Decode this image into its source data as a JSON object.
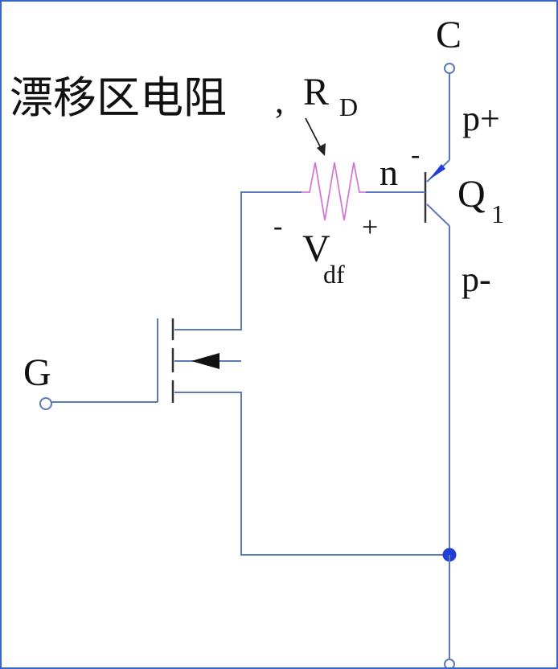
{
  "labels": {
    "collector": "C",
    "p_plus": "p+",
    "drift_resistor_title": "漂移区电阻",
    "comma": ",",
    "rd_main": "R",
    "rd_sub": "D",
    "n_minus_main": "n",
    "n_minus_sup": "-",
    "q1_main": "Q",
    "q1_sub": "1",
    "v_minus": "-",
    "v_plus": "+",
    "vdf_main": "V",
    "vdf_sub": "df",
    "p_minus": "p-",
    "gate": "G"
  },
  "colors": {
    "wire": "#5b79b8",
    "resistor": "#d27ad2",
    "arrow_blue": "#1f3fd6",
    "node": "#1f3fd6",
    "text": "#111111",
    "frame": "#3a66c8"
  }
}
